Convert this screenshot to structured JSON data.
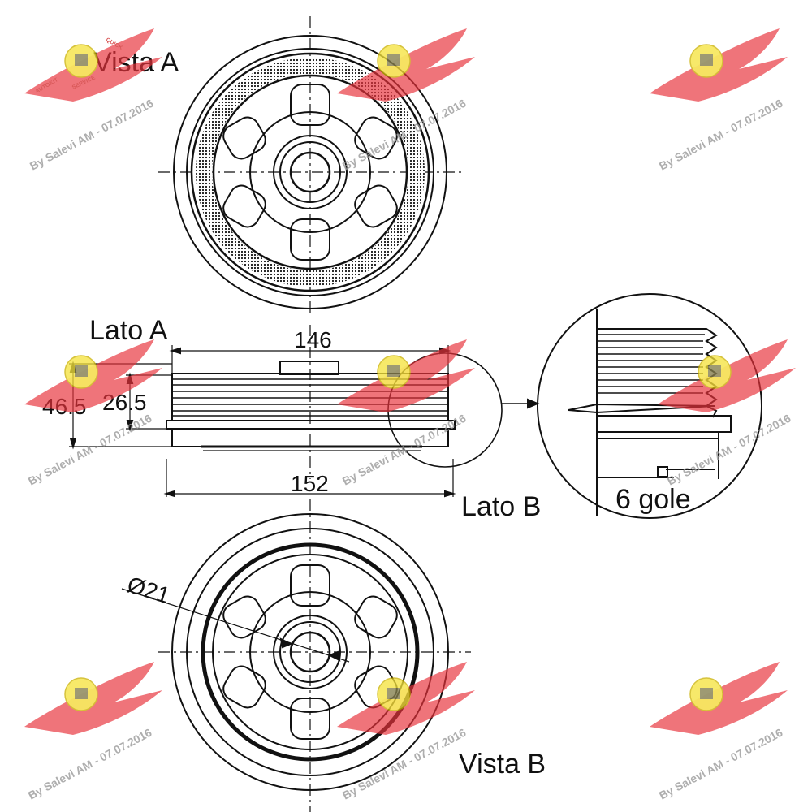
{
  "labels": {
    "view_a": "Vista A",
    "side_a": "Lato A",
    "side_b": "Lato B",
    "view_b": "Vista B",
    "grooves": "6 gole"
  },
  "dimensions": {
    "width_top": "146",
    "width_bottom": "152",
    "height_outer": "46.5",
    "height_inner": "26.5",
    "bore_diameter": "Ø21"
  },
  "watermark": {
    "text": "By Salevi AM - 07.07.2016",
    "badge_left": "AUTOKIT",
    "badge_right": "QUICK",
    "badge_bottom": "SERVICE",
    "wing_color": "#e8323c",
    "disc_color": "#f5e23a"
  }
}
